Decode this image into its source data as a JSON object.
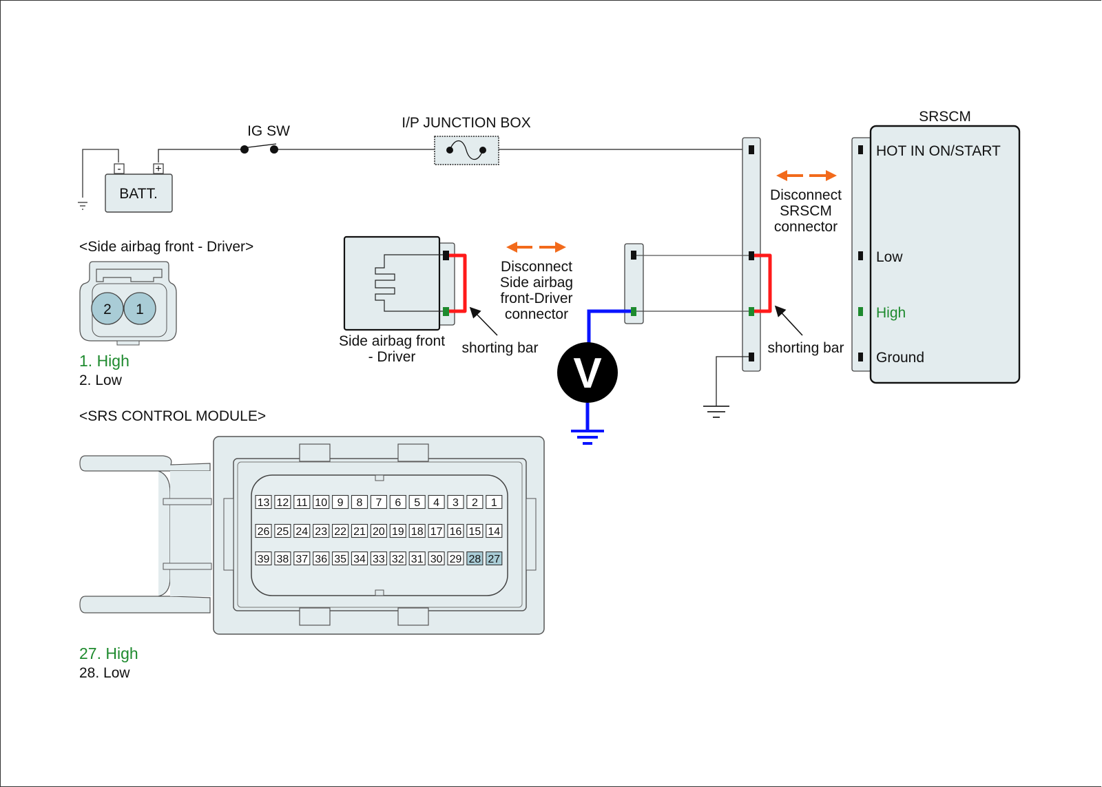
{
  "colors": {
    "component_fill": "#e3ecee",
    "pin_highlight": "#a9ccd6",
    "high_green": "#1e8a2e",
    "shorting_bar_red": "#ff1a1a",
    "meter_lead_blue": "#0a14ff",
    "arrow_orange": "#f26a1b"
  },
  "power": {
    "battery_label": "BATT.",
    "battery_neg": "-",
    "battery_pos": "+",
    "ig_switch_label": "IG SW",
    "junction_box_label": "I/P JUNCTION BOX"
  },
  "srscm": {
    "title": "SRSCM",
    "pins": [
      {
        "label": "HOT IN ON/START",
        "highlight": false
      },
      {
        "label": "Low",
        "highlight": false
      },
      {
        "label": "High",
        "highlight": true
      },
      {
        "label": "Ground",
        "highlight": false
      }
    ],
    "disconnect_note": [
      "Disconnect",
      "SRSCM",
      "connector"
    ],
    "shorting_bar_label": "shorting bar"
  },
  "airbag": {
    "component_label": [
      "Side airbag front",
      "- Driver"
    ],
    "disconnect_note": [
      "Disconnect",
      "Side airbag",
      "front-Driver",
      "connector"
    ],
    "shorting_bar_label": "shorting bar"
  },
  "voltmeter": {
    "symbol": "V"
  },
  "airbag_connector_view": {
    "title": "<Side airbag front - Driver>",
    "pins": [
      "2",
      "1"
    ],
    "legend": [
      {
        "text": "1. High",
        "highlight": true
      },
      {
        "text": "2. Low",
        "highlight": false
      }
    ]
  },
  "srs_module_view": {
    "title": "<SRS CONTROL MODULE>",
    "rows": [
      [
        "13",
        "12",
        "11",
        "10",
        "9",
        "8",
        "7",
        "6",
        "5",
        "4",
        "3",
        "2",
        "1"
      ],
      [
        "26",
        "25",
        "24",
        "23",
        "22",
        "21",
        "20",
        "19",
        "18",
        "17",
        "16",
        "15",
        "14"
      ],
      [
        "39",
        "38",
        "37",
        "36",
        "35",
        "34",
        "33",
        "32",
        "31",
        "30",
        "29",
        "28",
        "27"
      ]
    ],
    "highlighted_pins": [
      "28",
      "27"
    ],
    "legend": [
      {
        "text": "27. High",
        "highlight": true
      },
      {
        "text": "28. Low",
        "highlight": false
      }
    ]
  }
}
